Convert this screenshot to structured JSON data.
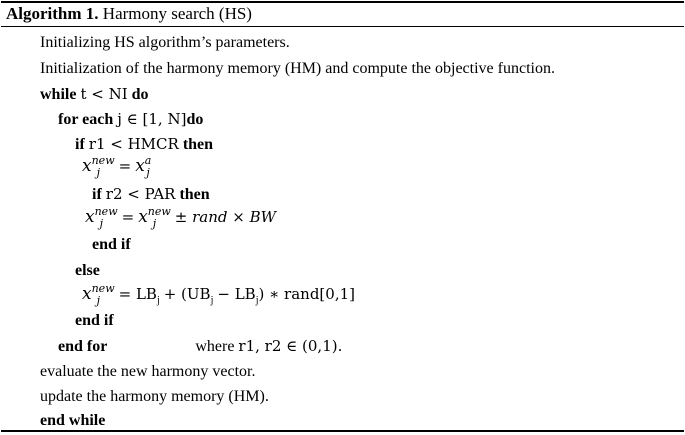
{
  "title": {
    "label": "Algorithm 1.",
    "name": "Harmony search (HS)"
  },
  "lines": {
    "l1": "Initializing HS algorithm’s parameters.",
    "l2": "Initialization of the harmony memory (HM) and compute the objective function.",
    "while_kw": "while",
    "while_cond": "t < NI",
    "do_kw": "do",
    "foreach_kw": "for each",
    "foreach_cond": "j ∈ [1, N]",
    "if_kw": "if",
    "if1_cond": "r1 < HMCR",
    "then_kw": "then",
    "if2_cond": "r2 < PAR",
    "var_x": "x",
    "sup_new": "new",
    "sub_j": "j",
    "sup_a": "a",
    "eq": "=",
    "update_rhs": "± rand × BW",
    "endif_kw": "end if",
    "else_kw": "else",
    "random_rhs_a": "= LB",
    "random_rhs_b": "+ (UB",
    "random_rhs_c": "− LB",
    "random_rhs_d": ") ∗ rand[0,1]",
    "endfor_kw": "end for",
    "where_text": "where",
    "where_cond": "r1, r2 ∈ (0,1).",
    "l_eval": "evaluate the new harmony vector.",
    "l_update": "update the harmony memory (HM).",
    "endwhile_kw": "end while"
  }
}
